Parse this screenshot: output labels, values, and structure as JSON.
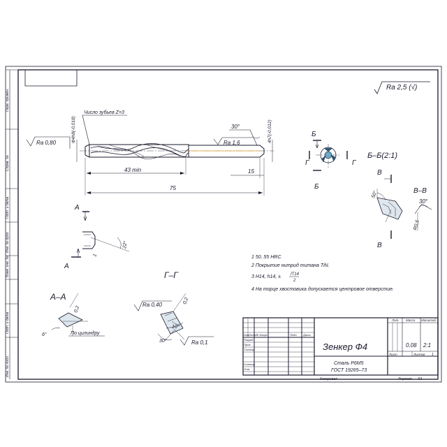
{
  "roughness_general": "Ra 2,5 (√)",
  "left_strip": [
    "Перв. примен.",
    "Справ. №",
    "Подп. и дата",
    "Инв. № дубл.",
    "Взам. инв. №",
    "Подп. и дата",
    "Инв. № подл."
  ],
  "main_view": {
    "teeth_note": "Число зубьев Z=3",
    "dia_tolerance": "Ф4h8(-0,018)",
    "shank_tolerance": "4h7(-0,012)",
    "ra_left": "Ra 0,80",
    "ra_shank": "Ra 1,6",
    "angle_top": "30°",
    "dim_43": "43 min",
    "dim_15": "15",
    "dim_75": "75"
  },
  "view_a_marks": [
    "А",
    "А"
  ],
  "view_a_dims": [
    "1",
    "22°"
  ],
  "section_bb": {
    "marks": [
      "Б",
      "Б",
      "Г",
      "Г"
    ],
    "title": "Б–Б(2:1)"
  },
  "section_vv": {
    "marks": [
      "В",
      "В"
    ],
    "title": "В–В",
    "angle_1": "50°",
    "angle_2": "30°",
    "radius": "R0,5"
  },
  "section_aa": {
    "title": "А–А",
    "dim": "0,2",
    "angle": "6°",
    "note": "По цилиндру"
  },
  "section_gg": {
    "title": "Г–Г",
    "ra_top": "Ra 0,40",
    "dim": "0,2",
    "angle_1": "10°",
    "angle_2": "30°",
    "ra_bottom": "Ra 0,1"
  },
  "notes": [
    "1 50..55 HRC",
    "2 Покрытие нитрид титана TiN.",
    "3 H14, h14, ±",
    "4 На торце хвостовика допускается центровое отверстие."
  ],
  "note_fraction": {
    "num": "IT14",
    "den": "2"
  },
  "title_block": {
    "name": "Зенкер Ф4",
    "material_1": "Сталь Р6М5",
    "material_2": "ГОСТ 19265–73",
    "row_labels": [
      "Изм.",
      "Лист",
      "№ докум.",
      "Подп.",
      "Дата"
    ],
    "role_labels": [
      "Разраб.",
      "Пров.",
      "Т.контр.",
      "",
      "Н.контр.",
      "Утв."
    ],
    "col_headers": [
      "Лит.",
      "Масса",
      "Масштаб"
    ],
    "mass": "0,08",
    "scale": "2:1",
    "sheet_label": "Лист",
    "sheets_label": "Листов",
    "sheets_value": "1"
  },
  "footer": {
    "copied": "Копировал",
    "format_label": "Формат",
    "format_value": "А3"
  }
}
